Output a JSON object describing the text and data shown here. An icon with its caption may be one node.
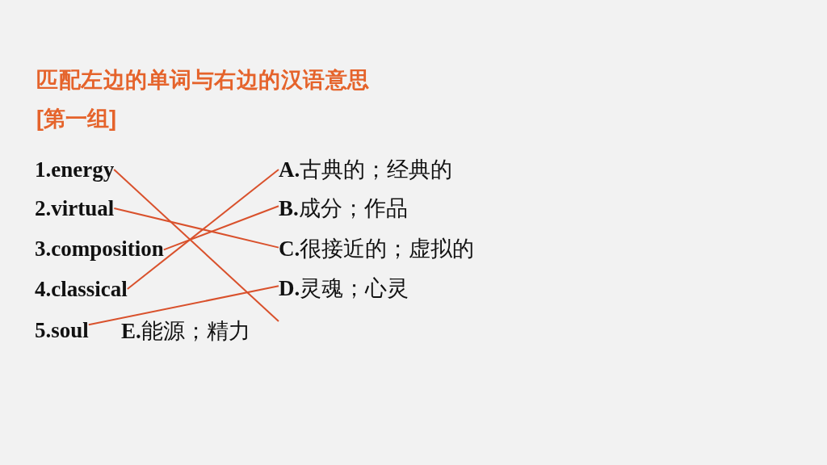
{
  "diagram": {
    "title": "匹配左边的单词与右边的汉语意思",
    "nodes": [
      {
        "text": [
          "1.energy"
        ]
      },
      {
        "text": [
          "2.virtual"
        ]
      },
      {
        "text": [
          "3.composition"
        ]
      },
      {
        "text": [
          "4.classical"
        ]
      },
      {
        "text": [
          "5.soul"
        ]
      },
      {
        "text": [
          "**A.**古典的；经典的"
        ]
      },
      {
        "text": [
          "**B.**成分；作品"
        ]
      },
      {
        "text": [
          "**C.**很接近的；虚拟的"
        ]
      },
      {
        "text": [
          "**D.**灵魂；心灵"
        ]
      }
    ],
    "edges": [
      {
        "from": 0,
        "to": null,
        "arrow": "none"
      },
      {
        "from": 1,
        "to": 7,
        "arrow": "none"
      },
      {
        "from": 2,
        "to": 6,
        "arrow": "none"
      },
      {
        "from": 3,
        "to": 5,
        "arrow": "none"
      },
      {
        "from": 4,
        "to": 8,
        "arrow": "none"
      }
    ],
    "labels": [
      "[第一组]",
      "**E.**能源；精力"
    ]
  }
}
